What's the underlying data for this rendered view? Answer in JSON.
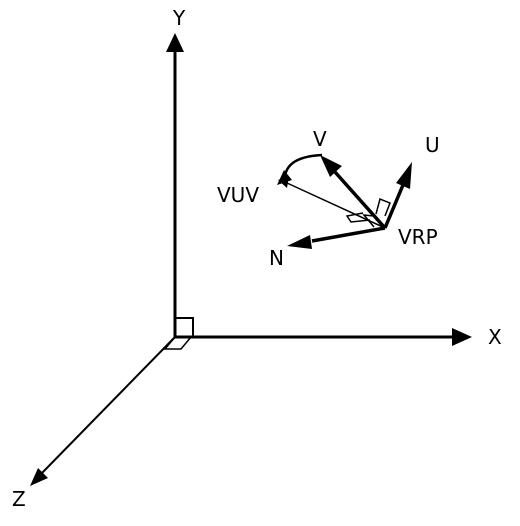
{
  "axes": {
    "x_label": "X",
    "y_label": "Y",
    "z_label": "Z"
  },
  "view_vectors": {
    "u_label": "U",
    "v_label": "V",
    "n_label": "N",
    "vuv_label": "VUV",
    "vrp_label": "VRP"
  },
  "colors": {
    "ink": "#000000",
    "background": "#ffffff"
  }
}
